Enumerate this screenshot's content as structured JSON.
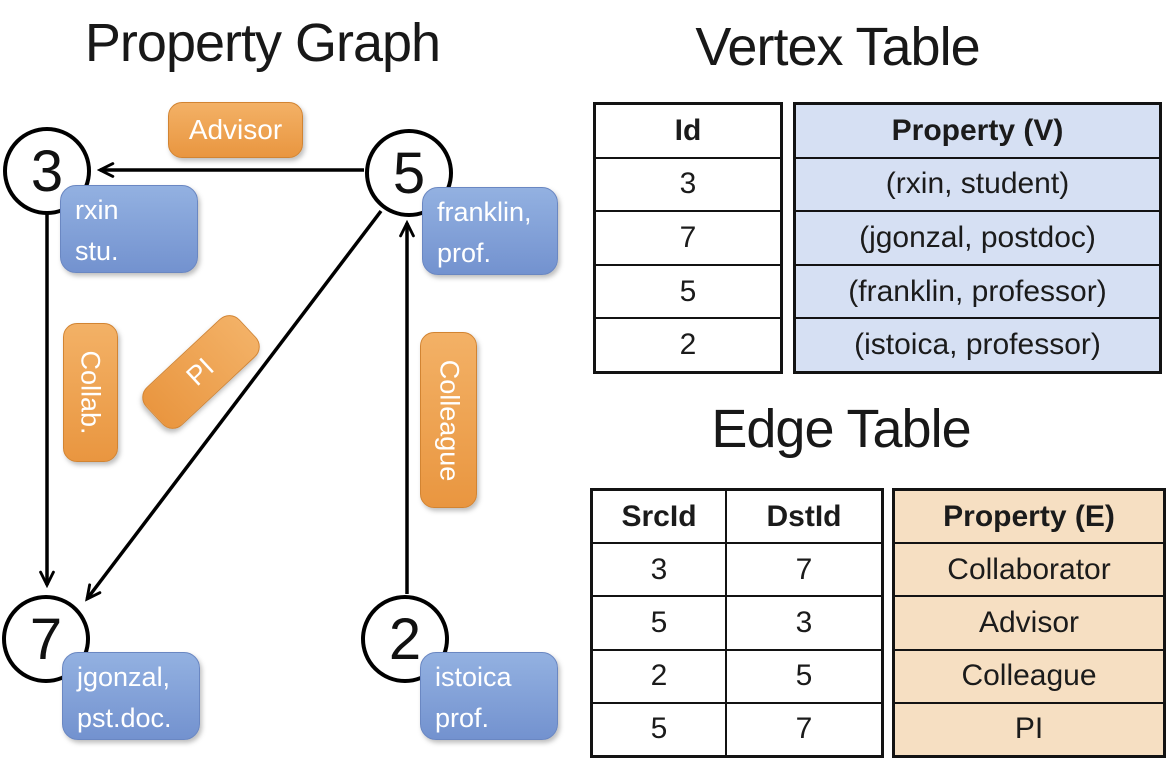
{
  "graph": {
    "title": "Property Graph",
    "nodes": [
      {
        "id": "3",
        "label_line1": "rxin",
        "label_line2": "stu."
      },
      {
        "id": "5",
        "label_line1": "franklin,",
        "label_line2": "prof."
      },
      {
        "id": "7",
        "label_line1": "jgonzal,",
        "label_line2": "pst.doc."
      },
      {
        "id": "2",
        "label_line1": "istoica",
        "label_line2": "prof."
      }
    ],
    "edge_labels": {
      "advisor": "Advisor",
      "collab": "Collab.",
      "pi": "PI",
      "colleague": "Colleague"
    },
    "edges": [
      {
        "src": "5",
        "dst": "3",
        "label": "Advisor"
      },
      {
        "src": "3",
        "dst": "7",
        "label": "Collab."
      },
      {
        "src": "5",
        "dst": "7",
        "label": "PI"
      },
      {
        "src": "2",
        "dst": "5",
        "label": "Colleague"
      }
    ]
  },
  "vertex_table": {
    "title": "Vertex Table",
    "headers": {
      "id": "Id",
      "property": "Property (V)"
    },
    "rows": [
      {
        "id": "3",
        "property": "(rxin, student)"
      },
      {
        "id": "7",
        "property": "(jgonzal, postdoc)"
      },
      {
        "id": "5",
        "property": "(franklin, professor)"
      },
      {
        "id": "2",
        "property": "(istoica, professor)"
      }
    ]
  },
  "edge_table": {
    "title": "Edge Table",
    "headers": {
      "src": "SrcId",
      "dst": "DstId",
      "property": "Property (E)"
    },
    "rows": [
      {
        "src": "3",
        "dst": "7",
        "property": "Collaborator"
      },
      {
        "src": "5",
        "dst": "3",
        "property": "Advisor"
      },
      {
        "src": "2",
        "dst": "5",
        "property": "Colleague"
      },
      {
        "src": "5",
        "dst": "7",
        "property": "PI"
      }
    ]
  },
  "colors": {
    "node_fill": "#ffffff",
    "edge_line": "#000000",
    "blue_box_top": "#93b1e1",
    "blue_box_bottom": "#7392cf",
    "orange_box_top": "#f3b166",
    "orange_box_bottom": "#e99640",
    "vertex_property_cell": "#d6e0f3",
    "edge_property_cell": "#f6dfc2"
  }
}
